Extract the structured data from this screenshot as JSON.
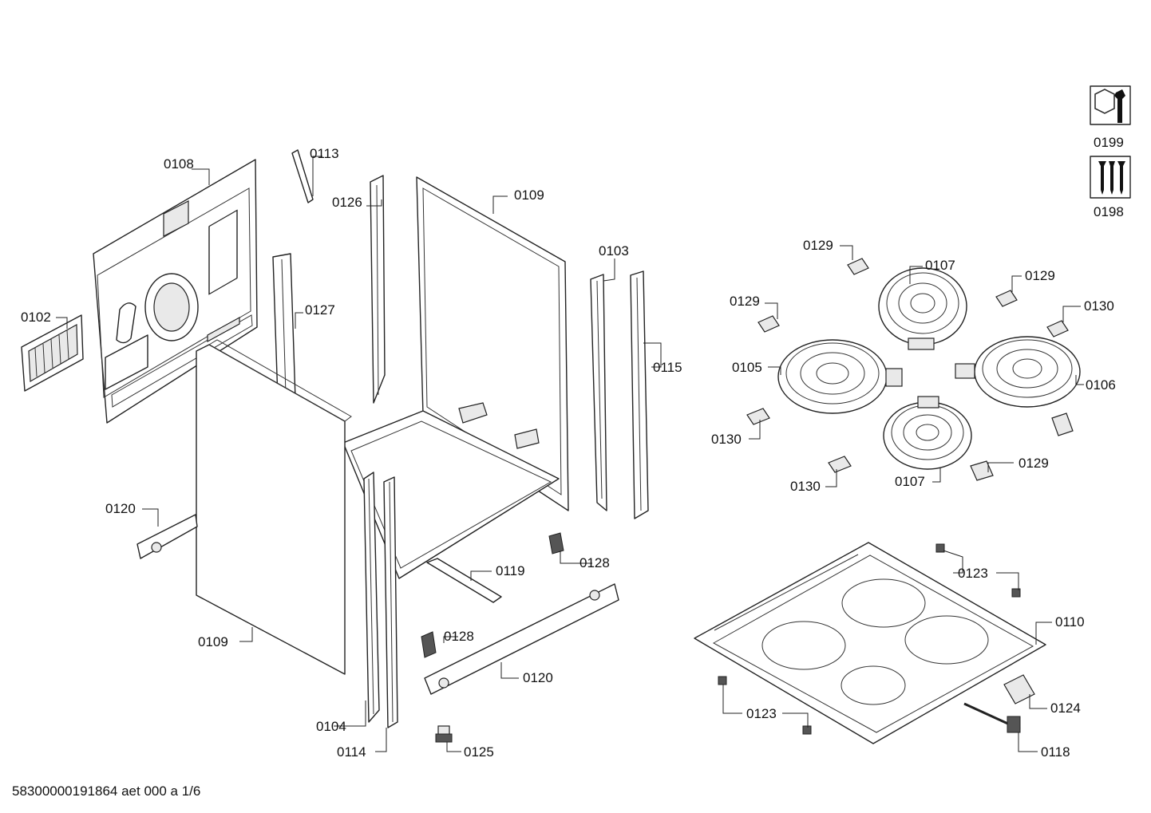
{
  "drawing_id": "58300000191864 aet 000 a 1/6",
  "callouts": [
    {
      "key": "c0108",
      "text": "0108"
    },
    {
      "key": "c0113",
      "text": "0113"
    },
    {
      "key": "c0126",
      "text": "0126"
    },
    {
      "key": "c0109a",
      "text": "0109"
    },
    {
      "key": "c0102",
      "text": "0102"
    },
    {
      "key": "c0127",
      "text": "0127"
    },
    {
      "key": "c0103",
      "text": "0103"
    },
    {
      "key": "c0115",
      "text": "0115"
    },
    {
      "key": "c0120a",
      "text": "0120"
    },
    {
      "key": "c0119",
      "text": "0119"
    },
    {
      "key": "c0128a",
      "text": "0128"
    },
    {
      "key": "c0109b",
      "text": "0109"
    },
    {
      "key": "c0128b",
      "text": "0128"
    },
    {
      "key": "c0120b",
      "text": "0120"
    },
    {
      "key": "c0104",
      "text": "0104"
    },
    {
      "key": "c0114",
      "text": "0114"
    },
    {
      "key": "c0125",
      "text": "0125"
    },
    {
      "key": "c0129a",
      "text": "0129"
    },
    {
      "key": "c0107a",
      "text": "0107"
    },
    {
      "key": "c0129b",
      "text": "0129"
    },
    {
      "key": "c0129c",
      "text": "0129"
    },
    {
      "key": "c0130a",
      "text": "0130"
    },
    {
      "key": "c0105",
      "text": "0105"
    },
    {
      "key": "c0106",
      "text": "0106"
    },
    {
      "key": "c0130b",
      "text": "0130"
    },
    {
      "key": "c0130c",
      "text": "0130"
    },
    {
      "key": "c0107b",
      "text": "0107"
    },
    {
      "key": "c0129d",
      "text": "0129"
    },
    {
      "key": "c0123a",
      "text": "0123"
    },
    {
      "key": "c0110",
      "text": "0110"
    },
    {
      "key": "c0123b",
      "text": "0123"
    },
    {
      "key": "c0124",
      "text": "0124"
    },
    {
      "key": "c0118",
      "text": "0118"
    },
    {
      "key": "c0199",
      "text": "0199"
    },
    {
      "key": "c0198",
      "text": "0198"
    }
  ],
  "icons": {
    "service_icon": "wrench-nut-icon",
    "screws_icon": "screws-icon"
  }
}
